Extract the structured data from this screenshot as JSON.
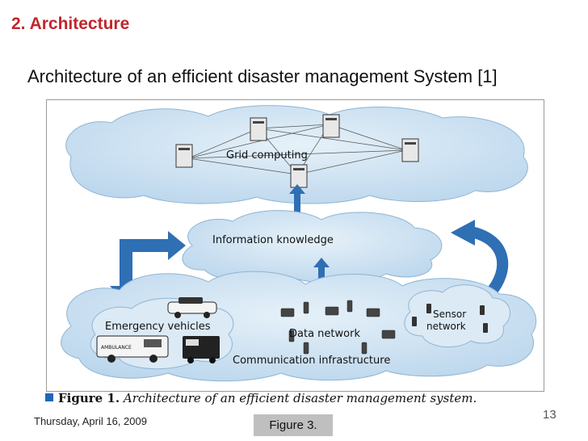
{
  "slide": {
    "title": "2. Architecture",
    "subtitle": "Architecture of an efficient disaster management System [1]",
    "footer_date": "Thursday, April 16, 2009",
    "figure_tag": "Figure 3.",
    "page_number": "13"
  },
  "figure": {
    "caption_label": "Figure 1.",
    "caption_text": "Architecture of an efficient disaster management system.",
    "nodes": {
      "grid": "Grid computing",
      "info": "Information knowledge",
      "emergency": "Emergency vehicles",
      "ambulance": "AMBULANCE",
      "data_network": "Data network",
      "communication": "Communication infrastructure",
      "sensor_line1": "Sensor",
      "sensor_line2": "network"
    }
  },
  "colors": {
    "title": "#c0262d",
    "cloud_fill": "#cfe3f2",
    "cloud_edge": "#8fb4d3",
    "arrow": "#2f6fb4",
    "caption_square": "#1f66b8",
    "figure_tag_bg": "#bfbfbf"
  }
}
